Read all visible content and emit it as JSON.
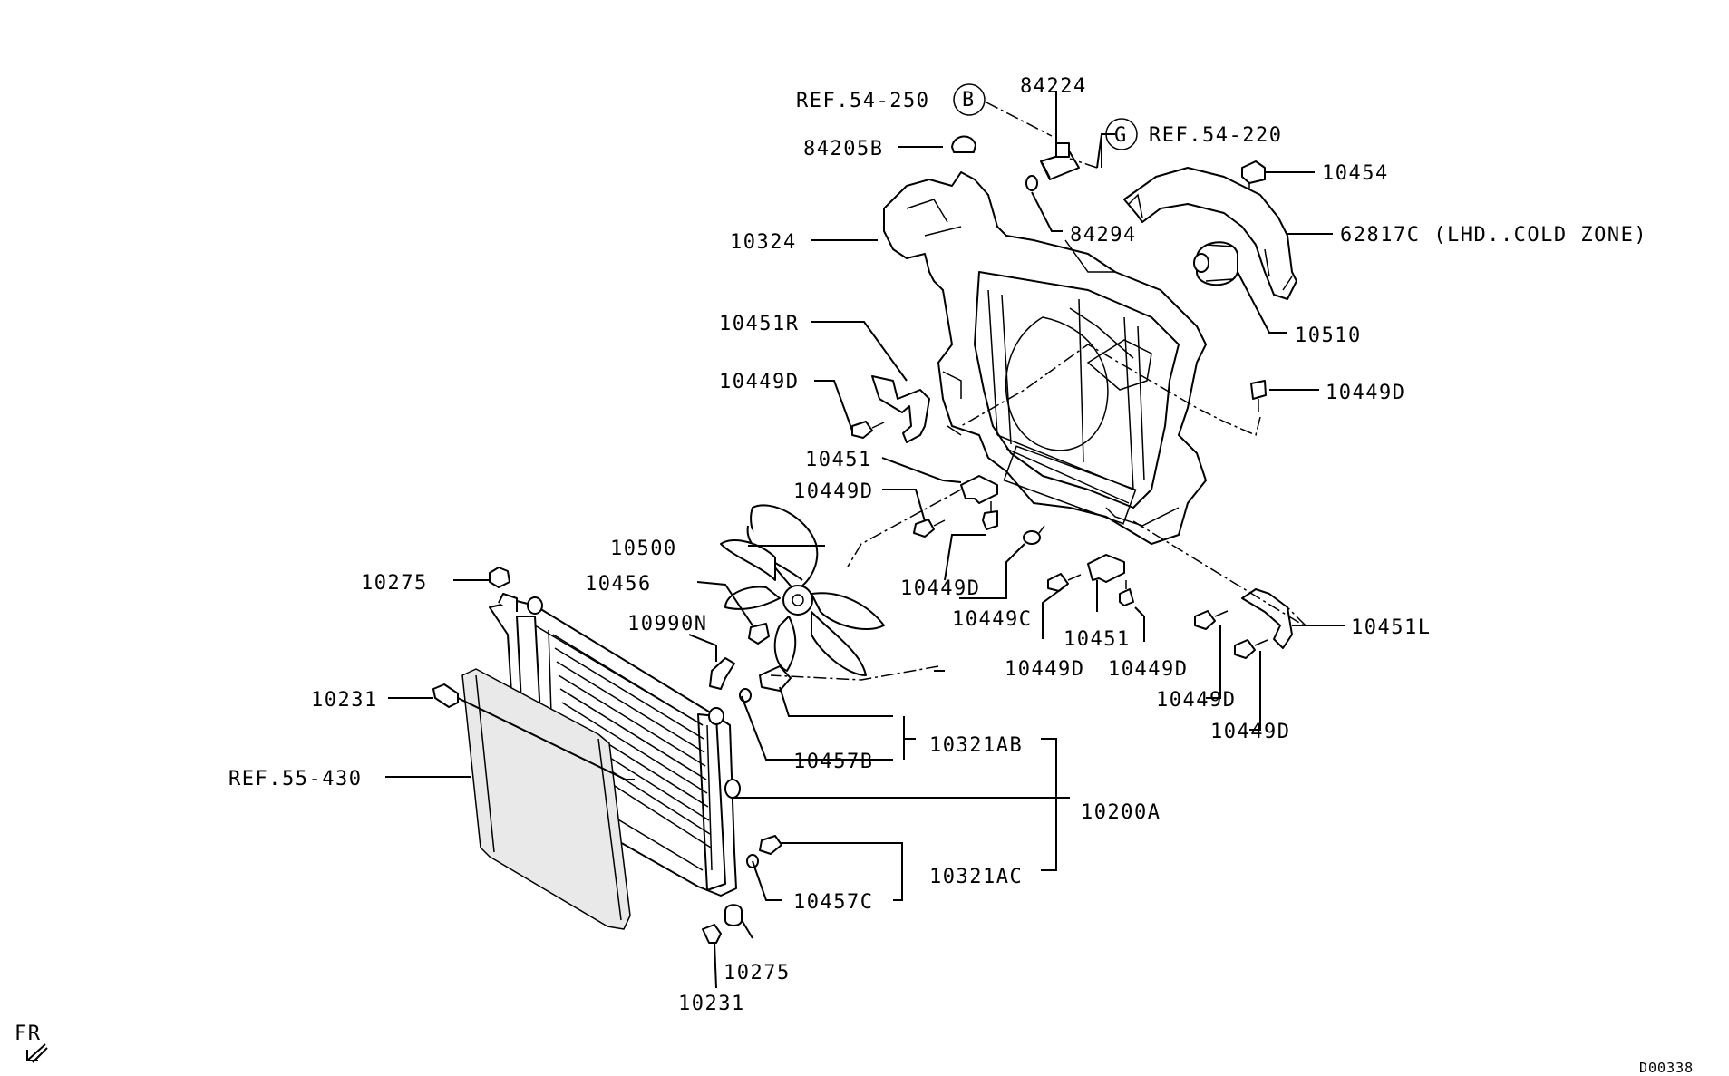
{
  "labels": {
    "ref_54_250": "REF.54-250",
    "circle_b": "B",
    "p84224": "84224",
    "circle_g": "G",
    "ref_54_220": "REF.54-220",
    "p84205b": "84205B",
    "p10454": "10454",
    "p84294": "84294",
    "p10324": "10324",
    "p62817c": "62817C (LHD..COLD ZONE)",
    "p10510": "10510",
    "p10451r": "10451R",
    "p10449d_a": "10449D",
    "p10449d_b": "10449D",
    "p10451_a": "10451",
    "p10449d_c": "10449D",
    "p10500": "10500",
    "p10449d_d": "10449D",
    "p10275_a": "10275",
    "p10456": "10456",
    "p10449c": "10449C",
    "p10451_b": "10451",
    "p10451l": "10451L",
    "p10990n": "10990N",
    "p10449d_e": "10449D",
    "p10449d_f": "10449D",
    "p10449d_g": "10449D",
    "p10231_a": "10231",
    "p10449d_h": "10449D",
    "p10321ab": "10321AB",
    "p10457b": "10457B",
    "ref_55_430": "REF.55-430",
    "p10200a": "10200A",
    "p10321ac": "10321AC",
    "p10457c": "10457C",
    "p10275_b": "10275",
    "p10231_b": "10231",
    "fr": "FR",
    "diagram_id": "D00338"
  }
}
